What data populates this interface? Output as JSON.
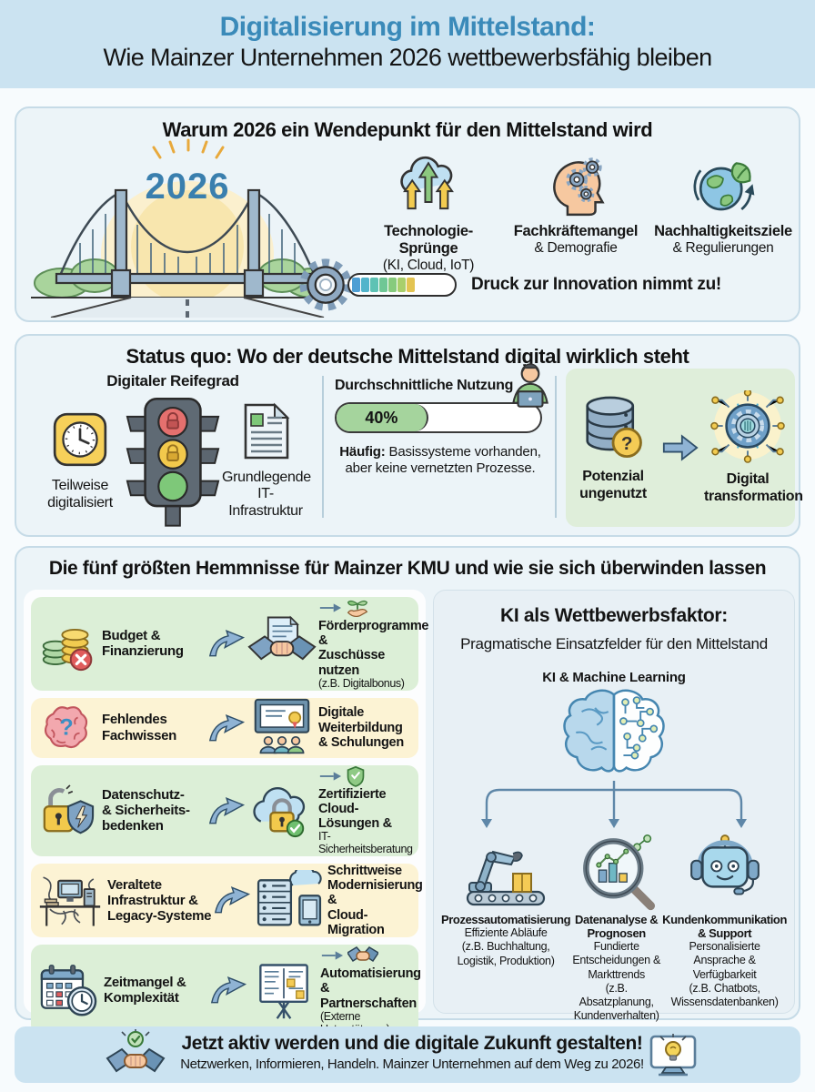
{
  "header": {
    "title_line1": "Digitalisierung im Mittelstand:",
    "title_line2": "Wie Mainzer Unternehmen 2026 wettbewerbsfähig bleiben"
  },
  "section_turning_point": {
    "title": "Warum 2026 ein Wendepunkt für den Mittelstand wird",
    "year": "2026",
    "drivers": [
      {
        "icon": "cloud-upload-icon",
        "label": "Technologie-Sprünge",
        "sublabel": "(KI, Cloud, IoT)"
      },
      {
        "icon": "head-gears-icon",
        "label": "Fachkräftemangel",
        "sublabel": "& Demografie"
      },
      {
        "icon": "globe-leaf-icon",
        "label": "Nachhaltigkeitsziele",
        "sublabel": "& Regulierungen"
      }
    ],
    "pressure_label": "Druck zur Innovation nimmt zu!"
  },
  "section_status_quo": {
    "title": "Status quo: Wo der deutsche Mittelstand digital wirklich steht",
    "maturity": {
      "title": "Digitaler Reifegrad",
      "left_label": "Teilweise\ndigitalisiert",
      "right_label": "Grundlegende\nIT-Infrastruktur"
    },
    "usage": {
      "title": "Durchschnittliche Nutzung",
      "value": "40%",
      "percent": 40,
      "caption_lead": "Häufig:",
      "caption_rest": " Basissysteme vorhanden,\naber keine vernetzten Prozesse."
    },
    "potential": {
      "from_label": "Potenzial\nungenutzt",
      "to_label": "Digital\ntransformation"
    }
  },
  "section_obstacles": {
    "title": "Die fünf größten Hemmnisse für Mainzer KMU und wie sie sich überwinden lassen",
    "rows": [
      {
        "problem": "Budget &\nFinanzierung",
        "solution_bold": "Förderprogramme &\nZuschüsse nutzen",
        "solution_note": "(z.B. Digitalbonus)"
      },
      {
        "problem": "Fehlendes\nFachwissen",
        "solution_bold": "Digitale\nWeiterbildung\n& Schulungen",
        "solution_note": ""
      },
      {
        "problem": "Datenschutz-\n& Sicherheits-\nbedenken",
        "solution_bold": "Zertifizierte\nCloud-Lösungen &",
        "solution_note": "IT-Sicherheitsberatung"
      },
      {
        "problem": "Veraltete\nInfrastruktur &\nLegacy-Systeme",
        "solution_bold": "Schrittweise\nModernisierung &\nCloud-Migration",
        "solution_note": ""
      },
      {
        "problem": "Zeitmangel &\nKomplexität",
        "solution_bold": "Automatisierung &\nPartnerschaften",
        "solution_note": "(Externe Unterstützung)"
      }
    ]
  },
  "section_ki": {
    "title": "KI als Wettbewerbsfaktor:",
    "subtitle": "Pragmatische Einsatzfelder für den Mittelstand",
    "hub_label": "KI & Machine Learning",
    "fields": [
      {
        "title": "Prozessautomatisierung",
        "lines": "Effiziente Abläufe\n(z.B. Buchhaltung,\nLogistik, Produktion)"
      },
      {
        "title": "Datenanalyse &\nPrognosen",
        "lines": "Fundierte\nEntscheidungen &\nMarkttrends\n(z.B. Absatzplanung,\nKundenverhalten)"
      },
      {
        "title": "Kundenkommunikation\n& Support",
        "lines": "Personalisierte\nAnsprache &\nVerfügbarkeit\n(z.B. Chatbots,\nWissensdatenbanken)"
      }
    ]
  },
  "footer": {
    "title": "Jetzt aktiv werden und die digitale Zukunft gestalten!",
    "subtitle": "Netzwerken, Informieren, Handeln. Mainzer Unternehmen auf dem Weg zu 2026!"
  },
  "colors": {
    "accent_blue": "#3a8ab9",
    "band_blue": "#cbe3f1",
    "panel_blue": "#ecf4f8",
    "row_green": "#dcefd7",
    "row_yellow": "#fcf3d4",
    "usage_green": "#a5d49d",
    "traffic_red": "#e5706e",
    "traffic_yellow": "#f2c94c",
    "traffic_green": "#7ec879"
  }
}
